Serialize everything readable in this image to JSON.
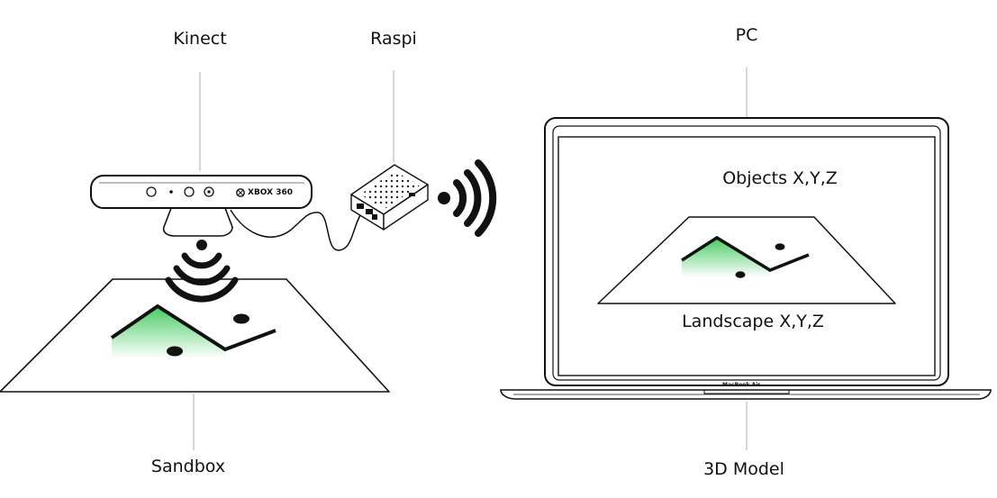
{
  "labels": {
    "kinect": "Kinect",
    "raspi": "Raspi",
    "pc": "PC",
    "sandbox": "Sandbox",
    "model_3d": "3D Model",
    "objects": "Objects X,Y,Z",
    "landscape": "Landscape X,Y,Z"
  },
  "device_marks": {
    "kinect_brand": "XBOX 360",
    "laptop_brand": "MacBook Air"
  },
  "icons": {
    "signal": "wireless-signal-icon",
    "kinect": "kinect-sensor-icon",
    "raspi": "raspberry-pi-case-icon",
    "laptop": "laptop-icon"
  },
  "colors": {
    "stroke": "#111111",
    "terrain_green": "#3cc85a",
    "background": "#ffffff"
  }
}
